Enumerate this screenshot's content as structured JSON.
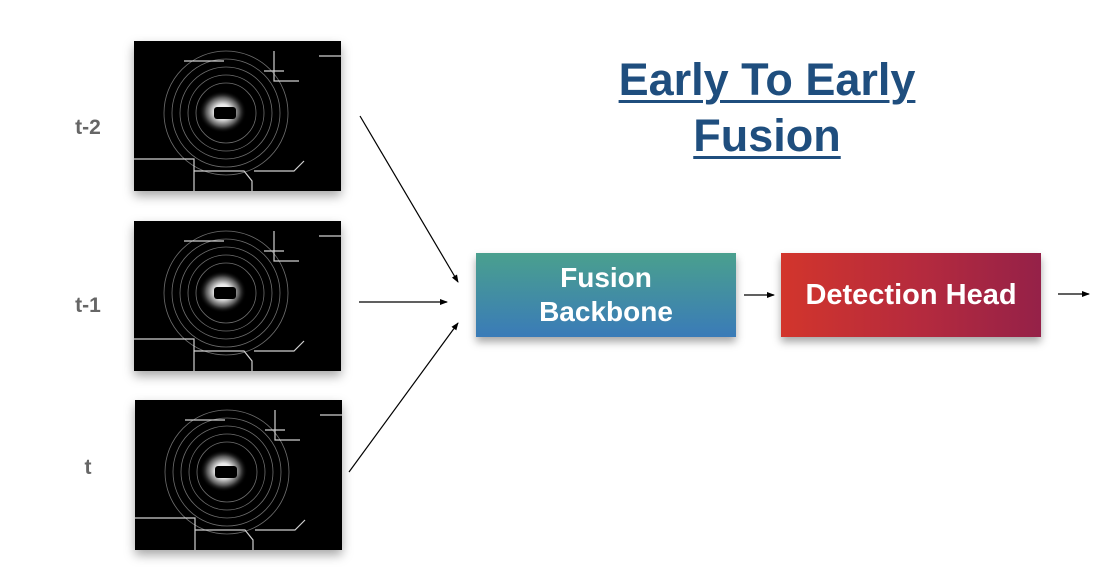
{
  "title": {
    "line1": "Early To Early",
    "line2": "Fusion",
    "color": "#1f4e7e"
  },
  "frames": [
    {
      "label": "t-2",
      "image": "lidar-bev-scan"
    },
    {
      "label": "t-1",
      "image": "lidar-bev-scan"
    },
    {
      "label": "t",
      "image": "lidar-bev-scan"
    }
  ],
  "blocks": {
    "fusion_backbone": {
      "line1": "Fusion",
      "line2": "Backbone",
      "gradient": [
        "#4aa08e",
        "#3a7bb8"
      ]
    },
    "detection_head": {
      "label": "Detection Head",
      "gradient": [
        "#d2352c",
        "#952148"
      ]
    }
  },
  "connections": [
    {
      "from": "frame-t-2",
      "to": "fusion-backbone"
    },
    {
      "from": "frame-t-1",
      "to": "fusion-backbone"
    },
    {
      "from": "frame-t",
      "to": "fusion-backbone"
    },
    {
      "from": "fusion-backbone",
      "to": "detection-head"
    },
    {
      "from": "detection-head",
      "to": "output"
    }
  ]
}
